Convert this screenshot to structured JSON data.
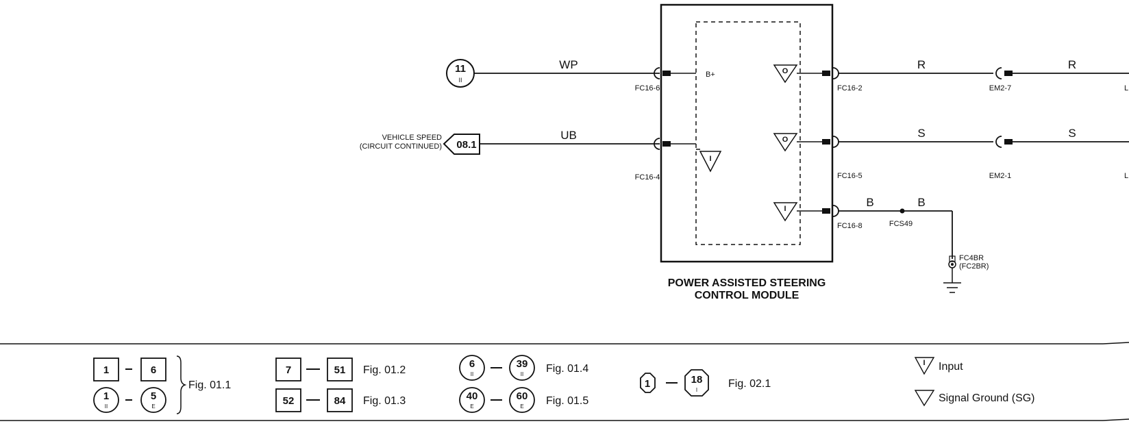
{
  "module": {
    "title_line1": "POWER ASSISTED STEERING",
    "title_line2": "CONTROL MODULE",
    "pins": {
      "bplus": "B+",
      "input": "I",
      "output": "O"
    }
  },
  "circuits": {
    "wp": {
      "ref_number": "11",
      "ref_sub": "II",
      "wire": "WP",
      "connector": "FC16-6"
    },
    "ub": {
      "ref_label_line1": "VEHICLE SPEED",
      "ref_label_line2": "(CIRCUIT CONTINUED)",
      "ref_tag": "08.1",
      "wire": "UB",
      "connector": "FC16-4"
    },
    "r": {
      "connector_left": "FC16-2",
      "wire_left": "R",
      "connector_mid": "EM2-7",
      "wire_right": "R",
      "edge_label": "L"
    },
    "s": {
      "connector_left": "FC16-5",
      "wire_left": "S",
      "connector_mid": "EM2-1",
      "wire_right": "S",
      "edge_label": "L"
    },
    "b": {
      "connector_left": "FC16-8",
      "wire_left": "B",
      "splice": "FCS49",
      "wire_right": "B",
      "ground_line1": "FC4BR",
      "ground_line2": "(FC2BR)"
    }
  },
  "legend": {
    "group1": {
      "a_from": "1",
      "a_to": "6",
      "b_from": "1",
      "b_from_sub": "II",
      "b_to": "5",
      "b_to_sub": "E",
      "fig": "Fig. 01.1"
    },
    "group2": {
      "from": "7",
      "to": "51",
      "fig": "Fig. 01.2"
    },
    "group3": {
      "from": "52",
      "to": "84",
      "fig": "Fig. 01.3"
    },
    "group4": {
      "from": "6",
      "from_sub": "II",
      "to": "39",
      "to_sub": "II",
      "fig": "Fig. 01.4"
    },
    "group5": {
      "from": "40",
      "from_sub": "E",
      "to": "60",
      "to_sub": "E",
      "fig": "Fig. 01.5"
    },
    "group6": {
      "from": "1",
      "to": "18",
      "to_sub": "I",
      "fig": "Fig. 02.1"
    },
    "sym_input_glyph": "I",
    "sym_input": "Input",
    "sym_sg": "Signal Ground (SG)"
  }
}
